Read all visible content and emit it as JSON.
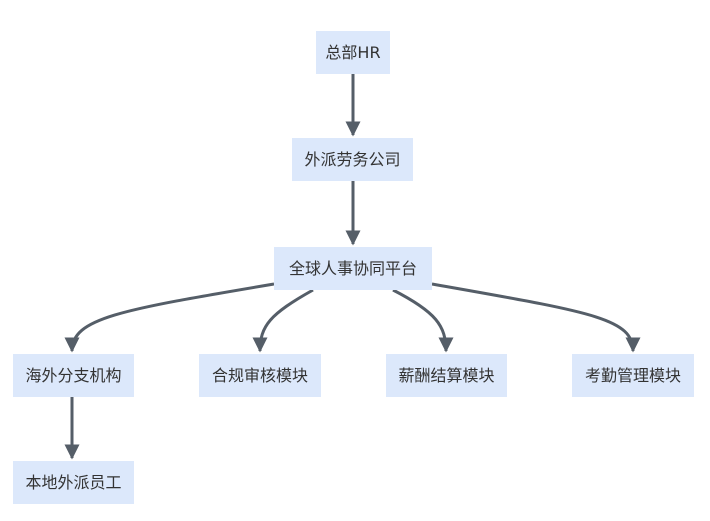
{
  "diagram": {
    "type": "flowchart",
    "direction": "top-down",
    "colors": {
      "node_fill": "#dce8fb",
      "edge": "#555e68",
      "text": "#333333"
    },
    "nodes": {
      "hq": "总部HR",
      "agency": "外派劳务公司",
      "platform": "全球人事协同平台",
      "overseas": "海外分支机构",
      "compliance": "合规审核模块",
      "payroll": "薪酬结算模块",
      "attendance": "考勤管理模块",
      "local": "本地外派员工"
    },
    "edges": [
      {
        "from": "总部HR",
        "to": "外派劳务公司"
      },
      {
        "from": "外派劳务公司",
        "to": "全球人事协同平台"
      },
      {
        "from": "全球人事协同平台",
        "to": "海外分支机构"
      },
      {
        "from": "全球人事协同平台",
        "to": "合规审核模块"
      },
      {
        "from": "全球人事协同平台",
        "to": "薪酬结算模块"
      },
      {
        "from": "全球人事协同平台",
        "to": "考勤管理模块"
      },
      {
        "from": "海外分支机构",
        "to": "本地外派员工"
      }
    ]
  }
}
